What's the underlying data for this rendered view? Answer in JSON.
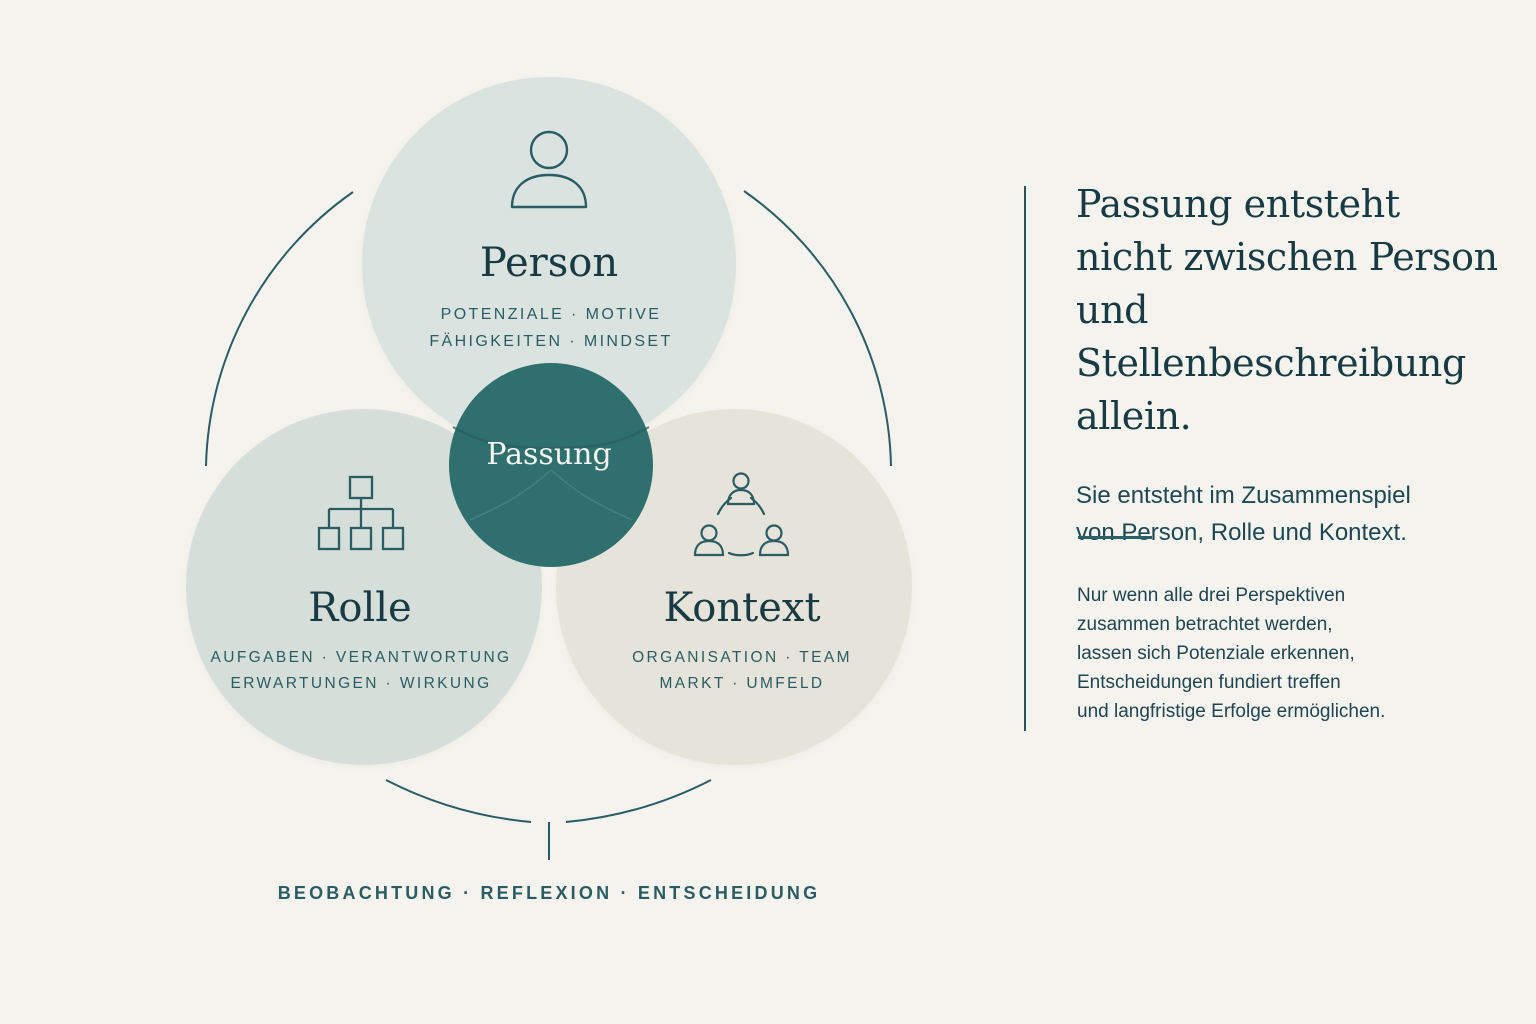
{
  "diagram": {
    "circles": [
      {
        "title": "Person",
        "line1": "POTENZIALE · MOTIVE",
        "line2": "FÄHIGKEITEN · MINDSET",
        "icon": "person-icon",
        "fill": "#d9e3de"
      },
      {
        "title": "Rolle",
        "line1": "AUFGABEN · VERANTWORTUNG",
        "line2": "ERWARTUNGEN · WIRKUNG",
        "icon": "org-chart-icon",
        "fill": "#d4ddd8"
      },
      {
        "title": "Kontext",
        "line1": "ORGANISATION · TEAM",
        "line2": "MARKT · UMFELD",
        "icon": "team-network-icon",
        "fill": "#e6e3d9"
      }
    ],
    "center_label": "Passung",
    "bottom_label": "BEOBACHTUNG · REFLEXION · ENTSCHEIDUNG",
    "colors": {
      "background": "#f5f3ee",
      "accent": "#2e6c6a",
      "center_fill": "#2f6f6d",
      "text": "#173a43",
      "line": "#2a5d63"
    }
  },
  "sidebar": {
    "headline": "Passung entsteht\nnicht zwischen Person\nund Stellenbeschreibung\nallein.",
    "subline": "Sie entsteht im Zusammenspiel\nvon Person, Rolle und Kontext.",
    "body": "Nur wenn alle drei Perspektiven\nzusammen betrachtet werden,\nlassen sich Potenziale erkennen,\nEntscheidungen fundiert treffen\nund langfristige Erfolge ermöglichen."
  }
}
